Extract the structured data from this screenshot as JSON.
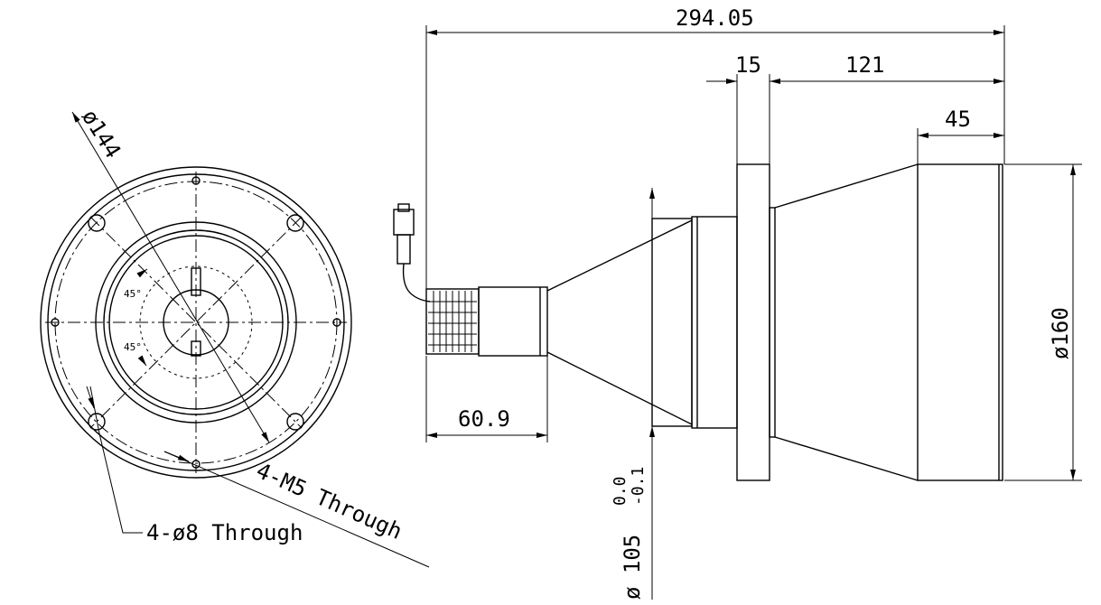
{
  "dimensions": {
    "overall_length": "294.05",
    "flange_thickness": "15",
    "front_length": "121",
    "front_barrel_length": "45",
    "outer_diameter": "ø160",
    "bolt_circle_diameter": "ø144",
    "rear_section_length": "60.9",
    "mount_diameter": "ø 105",
    "mount_tol_upper": "0.0",
    "mount_tol_lower": "-0.1",
    "angle_upper": "45°",
    "angle_lower": "45°"
  },
  "callouts": {
    "through_holes": "4-ø8 Through",
    "tapped_holes": "4-M5 Through"
  },
  "colors": {
    "line": "#000000",
    "background": "#ffffff"
  }
}
